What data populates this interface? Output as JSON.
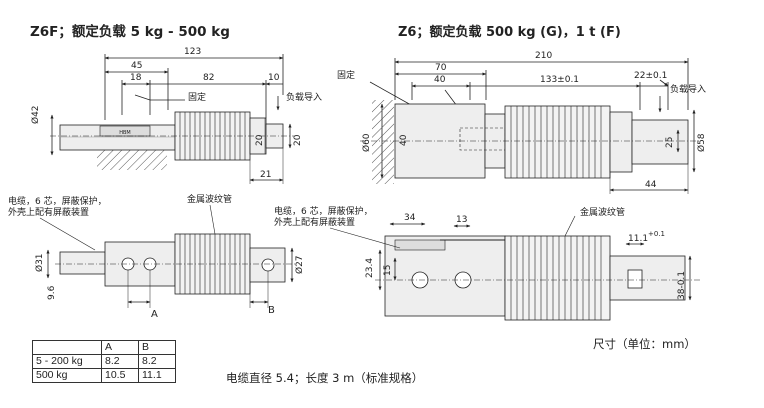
{
  "titles": {
    "left": "Z6F；额定负载 5 kg - 500 kg",
    "right": "Z6；额定负载 500 kg (G)，1 t (F)"
  },
  "left_top": {
    "dims": {
      "d123": "123",
      "d45": "45",
      "d18": "18",
      "d82": "82",
      "d10": "10",
      "d42": "Ø42",
      "d20a": "20",
      "d20b": "20",
      "d21": "21"
    },
    "labels": {
      "fixed": "固定",
      "load_in": "负载导入"
    }
  },
  "right_top": {
    "dims": {
      "d210": "210",
      "d70": "70",
      "d40": "40",
      "d133": "133±0.1",
      "d22": "22±0.1",
      "d60": "Ø60",
      "d40v": "40",
      "d25": "25",
      "d58": "Ø58",
      "d44": "44"
    },
    "labels": {
      "fixed": "固定",
      "load_in": "负载导入"
    }
  },
  "left_bottom": {
    "labels": {
      "cable_line1": "电缆，6 芯，屏蔽保护，",
      "cable_line2": "外壳上配有屏蔽装置",
      "bellows": "金属波纹管",
      "a": "A",
      "b": "B"
    },
    "dims": {
      "d31": "Ø31",
      "d27": "Ø27",
      "d9": "9.6"
    }
  },
  "right_bottom": {
    "labels": {
      "cable_line1": "电缆，6 芯，屏蔽保护，",
      "cable_line2": "外壳上配有屏蔽装置",
      "bellows": "金属波纹管"
    },
    "dims": {
      "d34": "34",
      "d13": "13",
      "d23": "23.4",
      "d15": "15",
      "d11": "11.1",
      "d11tol": "+0.1",
      "d38": "38-0.1"
    }
  },
  "table": {
    "header": [
      "",
      "A",
      "B"
    ],
    "rows": [
      [
        "5 - 200 kg",
        "8.2",
        "8.2"
      ],
      [
        "500 kg",
        "10.5",
        "11.1"
      ]
    ]
  },
  "notes": {
    "unit": "尺寸（单位：mm）",
    "cable": "电缆直径 5.4；长度 3 m（标准规格）"
  },
  "colors": {
    "line": "#222222",
    "part": "#eeeeee",
    "hatch": "#555555"
  }
}
